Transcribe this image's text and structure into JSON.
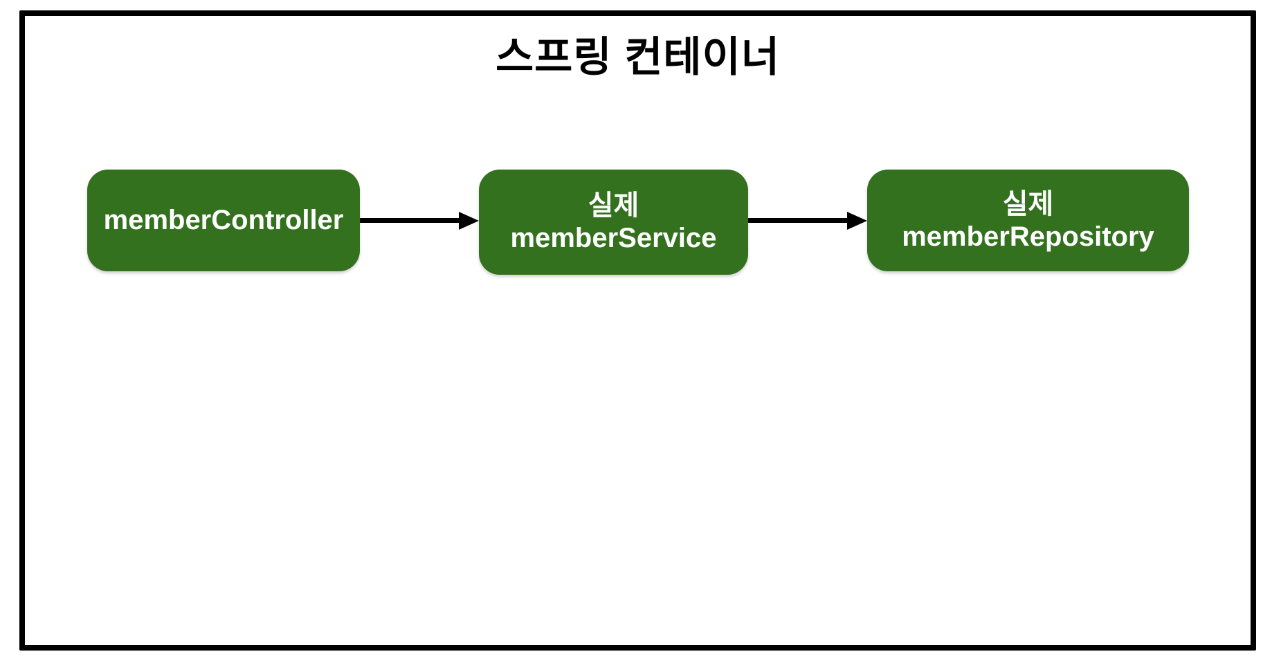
{
  "diagram": {
    "title": "스프링 컨테이너",
    "nodes": [
      {
        "id": "memberController",
        "line1": "memberController",
        "line2": ""
      },
      {
        "id": "memberService",
        "line1": "실제",
        "line2": "memberService"
      },
      {
        "id": "memberRepository",
        "line1": "실제",
        "line2": "memberRepository"
      }
    ],
    "edges": [
      {
        "from": "memberController",
        "to": "memberService"
      },
      {
        "from": "memberService",
        "to": "memberRepository"
      }
    ],
    "colors": {
      "node_fill": "#33711E",
      "node_text": "#FFFFFF",
      "arrow": "#000000",
      "frame_border": "#000000",
      "background": "#FFFFFF"
    }
  }
}
